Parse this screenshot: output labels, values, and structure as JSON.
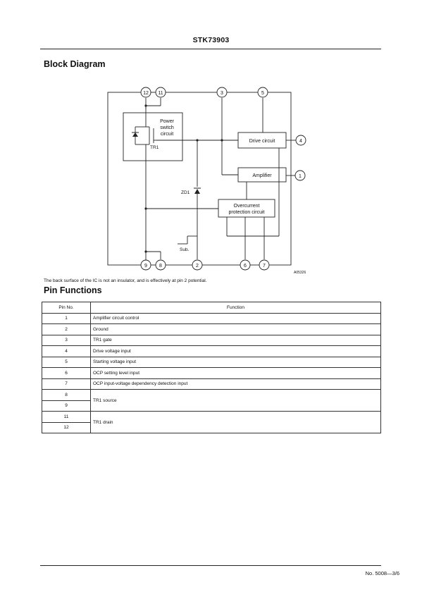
{
  "header": {
    "part_number": "STK73903"
  },
  "block_diagram": {
    "heading": "Block Diagram",
    "pin_labels": {
      "p12": "12",
      "p11": "11",
      "p3": "3",
      "p5": "5",
      "p4": "4",
      "p1": "1",
      "p9": "9",
      "p8": "8",
      "p2": "2",
      "p6": "6",
      "p7": "7"
    },
    "block_labels": {
      "power_switch": [
        "Power",
        "switch",
        "circuit"
      ],
      "tr1": "TR1",
      "drive": "Drive circuit",
      "amplifier": "Amplifier",
      "zd1": "ZD1",
      "overcurrent": [
        "Overcurrent",
        "protection circuit"
      ],
      "sub": "Sub.",
      "figure_code": "A05326"
    },
    "note": "The back surface of the IC is not an insulator, and is effectively at pin 2 potential."
  },
  "pin_functions": {
    "heading": "Pin Functions",
    "col_pin": "Pin No.",
    "col_function": "Function",
    "rows": [
      {
        "pin": "1",
        "function": "Amplifier circuit control"
      },
      {
        "pin": "2",
        "function": "Ground"
      },
      {
        "pin": "3",
        "function": "TR1 gate"
      },
      {
        "pin": "4",
        "function": "Drive voltage input"
      },
      {
        "pin": "5",
        "function": "Starting voltage input"
      },
      {
        "pin": "6",
        "function": "OCP setting level input"
      },
      {
        "pin": "7",
        "function": "OCP input-voltage dependency detection input"
      }
    ],
    "merged_rows": [
      {
        "pins": [
          "8",
          "9"
        ],
        "function": "TR1 source"
      },
      {
        "pins": [
          "11",
          "12"
        ],
        "function": "TR1 drain"
      }
    ]
  },
  "footer": {
    "page_ref": "No. 5008—3/6"
  }
}
